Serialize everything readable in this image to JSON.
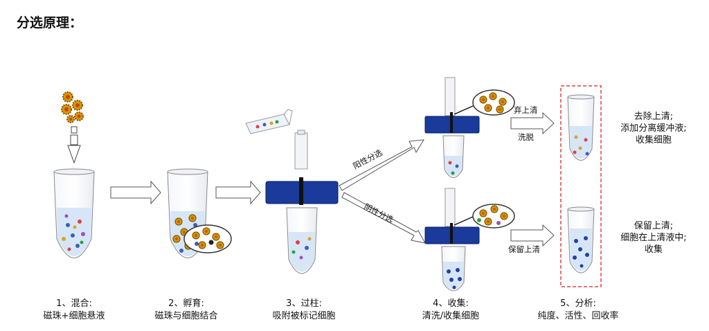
{
  "title": "分选原理：",
  "steps": [
    {
      "line1": "1、混合:",
      "line2": "磁珠+细胞悬液"
    },
    {
      "line1": "2、孵育:",
      "line2": "磁珠与细胞结合"
    },
    {
      "line1": "3、过柱:",
      "line2": "吸附被标记细胞"
    },
    {
      "line1": "4、收集:",
      "line2": "清洗/收集细胞"
    },
    {
      "line1": "5、分析:",
      "line2": "纯度、活性、回收率"
    }
  ],
  "branches": {
    "positive": "阳性分选",
    "negative": "阴性分选"
  },
  "labels": {
    "discard_supernatant": "弃上清",
    "elute": "洗脱",
    "keep_supernatant": "保留上清"
  },
  "notes": {
    "top": [
      "去除上清;",
      "添加分离缓冲液;",
      "收集细胞"
    ],
    "bottom": [
      "保留上清;",
      "细胞在上清液中;",
      "收集"
    ]
  },
  "colors": {
    "column_blue": "#1a3a9c",
    "tube_liquid": "#d6e6f7",
    "dashed_box": "#e04040",
    "arrow_fill": "#ffffff"
  }
}
